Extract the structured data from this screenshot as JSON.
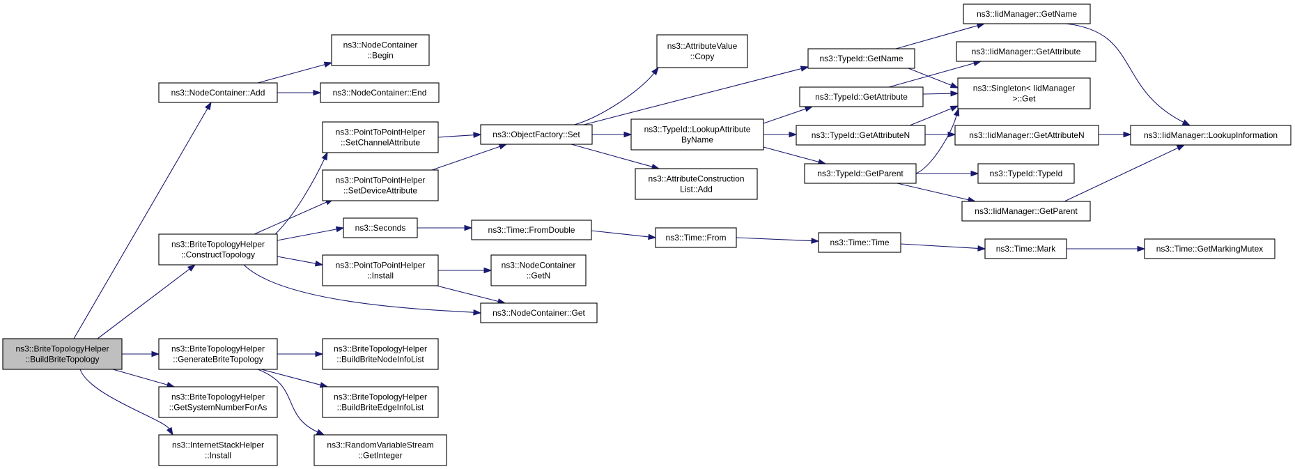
{
  "graph": {
    "edge_color": "#191970",
    "root_fill": "#bfbfbf",
    "node_fill": "#ffffff",
    "nodes": [
      {
        "id": "root",
        "lines": [
          "ns3::BriteTopologyHelper",
          "::BuildBriteTopology"
        ],
        "root": true
      },
      {
        "id": "nc_add",
        "lines": [
          "ns3::NodeContainer::Add"
        ]
      },
      {
        "id": "nc_begin",
        "lines": [
          "ns3::NodeContainer",
          "::Begin"
        ]
      },
      {
        "id": "nc_end",
        "lines": [
          "ns3::NodeContainer::End"
        ]
      },
      {
        "id": "construct",
        "lines": [
          "ns3::BriteTopologyHelper",
          "::ConstructTopology"
        ]
      },
      {
        "id": "p2p_chan",
        "lines": [
          "ns3::PointToPointHelper",
          "::SetChannelAttribute"
        ]
      },
      {
        "id": "p2p_dev",
        "lines": [
          "ns3::PointToPointHelper",
          "::SetDeviceAttribute"
        ]
      },
      {
        "id": "seconds",
        "lines": [
          "ns3::Seconds"
        ]
      },
      {
        "id": "p2p_install",
        "lines": [
          "ns3::PointToPointHelper",
          "::Install"
        ]
      },
      {
        "id": "nc_getn",
        "lines": [
          "ns3::NodeContainer",
          "::GetN"
        ]
      },
      {
        "id": "nc_get",
        "lines": [
          "ns3::NodeContainer::Get"
        ]
      },
      {
        "id": "of_set",
        "lines": [
          "ns3::ObjectFactory::Set"
        ]
      },
      {
        "id": "av_copy",
        "lines": [
          "ns3::AttributeValue",
          "::Copy"
        ]
      },
      {
        "id": "acl_add",
        "lines": [
          "ns3::AttributeConstruction",
          "List::Add"
        ]
      },
      {
        "id": "tid_lookup",
        "lines": [
          "ns3::TypeId::LookupAttribute",
          "ByName"
        ]
      },
      {
        "id": "tid_getname",
        "lines": [
          "ns3::TypeId::GetName"
        ]
      },
      {
        "id": "tid_getattr",
        "lines": [
          "ns3::TypeId::GetAttribute"
        ]
      },
      {
        "id": "tid_getattrn",
        "lines": [
          "ns3::TypeId::GetAttributeN"
        ]
      },
      {
        "id": "tid_getparent",
        "lines": [
          "ns3::TypeId::GetParent"
        ]
      },
      {
        "id": "iid_getname",
        "lines": [
          "ns3::IidManager::GetName"
        ]
      },
      {
        "id": "iid_getattr",
        "lines": [
          "ns3::IidManager::GetAttribute"
        ]
      },
      {
        "id": "singleton",
        "lines": [
          "ns3::Singleton< IidManager",
          " >::Get"
        ]
      },
      {
        "id": "iid_getattrn",
        "lines": [
          "ns3::IidManager::GetAttributeN"
        ]
      },
      {
        "id": "iid_lookup",
        "lines": [
          "ns3::IidManager::LookupInformation"
        ]
      },
      {
        "id": "tid_typeid",
        "lines": [
          "ns3::TypeId::TypeId"
        ]
      },
      {
        "id": "iid_getparent",
        "lines": [
          "ns3::IidManager::GetParent"
        ]
      },
      {
        "id": "time_fromdouble",
        "lines": [
          "ns3::Time::FromDouble"
        ]
      },
      {
        "id": "time_from",
        "lines": [
          "ns3::Time::From"
        ]
      },
      {
        "id": "time_time",
        "lines": [
          "ns3::Time::Time"
        ]
      },
      {
        "id": "time_mark",
        "lines": [
          "ns3::Time::Mark"
        ]
      },
      {
        "id": "time_mutex",
        "lines": [
          "ns3::Time::GetMarkingMutex"
        ]
      },
      {
        "id": "gen",
        "lines": [
          "ns3::BriteTopologyHelper",
          "::GenerateBriteTopology"
        ]
      },
      {
        "id": "build_node",
        "lines": [
          "ns3::BriteTopologyHelper",
          "::BuildBriteNodeInfoList"
        ]
      },
      {
        "id": "build_edge",
        "lines": [
          "ns3::BriteTopologyHelper",
          "::BuildBriteEdgeInfoList"
        ]
      },
      {
        "id": "rvs",
        "lines": [
          "ns3::RandomVariableStream",
          "::GetInteger"
        ]
      },
      {
        "id": "sysnum",
        "lines": [
          "ns3::BriteTopologyHelper",
          "::GetSystemNumberForAs"
        ]
      },
      {
        "id": "ish_install",
        "lines": [
          "ns3::InternetStackHelper",
          "::Install"
        ]
      }
    ],
    "edges": [
      {
        "from": "root",
        "to": "nc_add"
      },
      {
        "from": "root",
        "to": "construct"
      },
      {
        "from": "root",
        "to": "gen"
      },
      {
        "from": "root",
        "to": "sysnum"
      },
      {
        "from": "root",
        "to": "ish_install"
      },
      {
        "from": "nc_add",
        "to": "nc_begin"
      },
      {
        "from": "nc_add",
        "to": "nc_end"
      },
      {
        "from": "construct",
        "to": "p2p_chan"
      },
      {
        "from": "construct",
        "to": "p2p_dev"
      },
      {
        "from": "construct",
        "to": "seconds"
      },
      {
        "from": "construct",
        "to": "p2p_install"
      },
      {
        "from": "construct",
        "to": "nc_get"
      },
      {
        "from": "p2p_chan",
        "to": "of_set"
      },
      {
        "from": "p2p_dev",
        "to": "of_set"
      },
      {
        "from": "p2p_install",
        "to": "nc_getn"
      },
      {
        "from": "p2p_install",
        "to": "nc_get"
      },
      {
        "from": "seconds",
        "to": "time_fromdouble"
      },
      {
        "from": "time_fromdouble",
        "to": "time_from"
      },
      {
        "from": "time_from",
        "to": "time_time"
      },
      {
        "from": "time_time",
        "to": "time_mark"
      },
      {
        "from": "time_mark",
        "to": "time_mutex"
      },
      {
        "from": "of_set",
        "to": "av_copy"
      },
      {
        "from": "of_set",
        "to": "tid_getname"
      },
      {
        "from": "of_set",
        "to": "tid_lookup"
      },
      {
        "from": "of_set",
        "to": "acl_add"
      },
      {
        "from": "tid_lookup",
        "to": "tid_getattr"
      },
      {
        "from": "tid_lookup",
        "to": "tid_getattrn"
      },
      {
        "from": "tid_lookup",
        "to": "tid_getparent"
      },
      {
        "from": "tid_getname",
        "to": "iid_getname"
      },
      {
        "from": "tid_getname",
        "to": "singleton"
      },
      {
        "from": "tid_getattr",
        "to": "iid_getattr"
      },
      {
        "from": "tid_getattr",
        "to": "singleton"
      },
      {
        "from": "tid_getattrn",
        "to": "singleton"
      },
      {
        "from": "tid_getattrn",
        "to": "iid_getattrn"
      },
      {
        "from": "tid_getparent",
        "to": "singleton"
      },
      {
        "from": "tid_getparent",
        "to": "tid_typeid"
      },
      {
        "from": "tid_getparent",
        "to": "iid_getparent"
      },
      {
        "from": "iid_getname",
        "to": "iid_lookup"
      },
      {
        "from": "iid_getattrn",
        "to": "iid_lookup"
      },
      {
        "from": "iid_getparent",
        "to": "iid_lookup"
      },
      {
        "from": "gen",
        "to": "build_node"
      },
      {
        "from": "gen",
        "to": "build_edge"
      },
      {
        "from": "gen",
        "to": "rvs"
      }
    ]
  }
}
